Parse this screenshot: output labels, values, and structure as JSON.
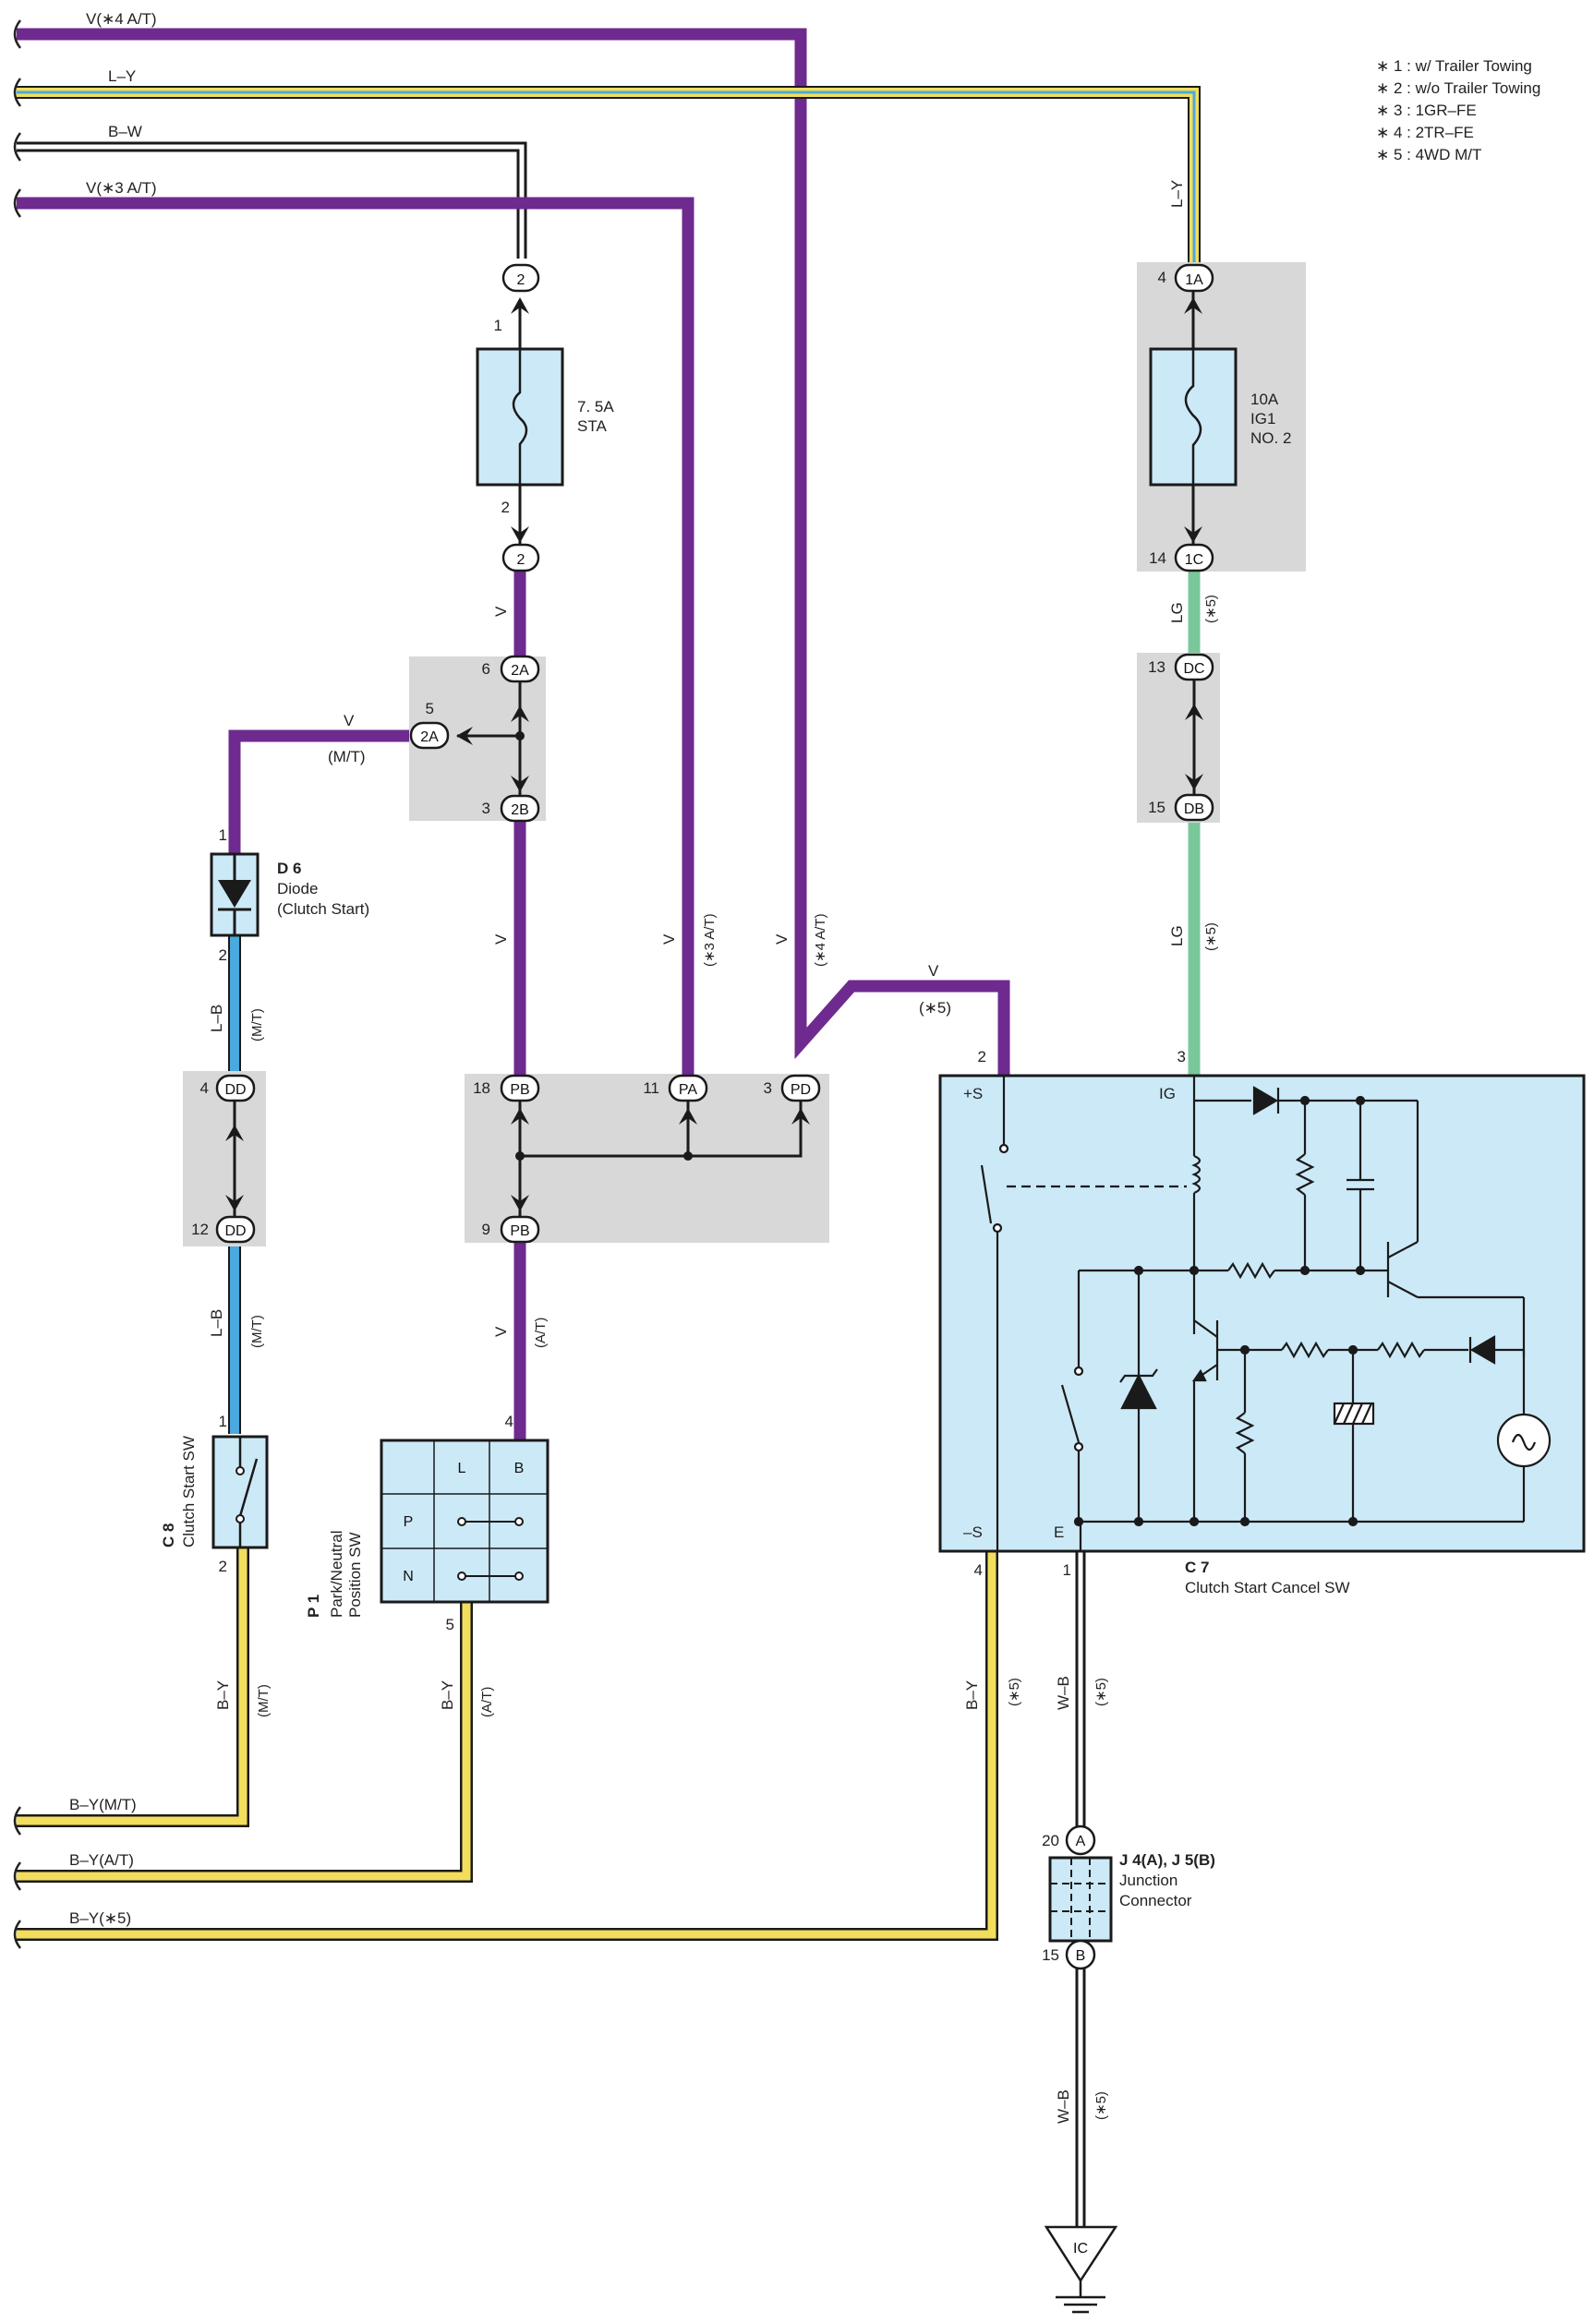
{
  "legend": [
    "∗ 1 : w/ Trailer Towing",
    "∗ 2 : w/o Trailer Towing",
    "∗ 3 : 1GR–FE",
    "∗ 4 : 2TR–FE",
    "∗ 5 : 4WD M/T"
  ],
  "wires": {
    "v4at": "V(∗4 A/T)",
    "ly": "L–Y",
    "bw": "B–W",
    "v3at": "V(∗3 A/T)",
    "ly_vert": "L–Y",
    "lg": "LG",
    "lg_note": "(∗5)",
    "v": "V",
    "v_mt_note": "(M/T)",
    "lb": "L–B",
    "mt": "(M/T)",
    "at": "(A/T)",
    "v3at_vert_note": "(∗3 A/T)",
    "v4at_vert_note": "(∗4 A/T)",
    "v5_note": "(∗5)",
    "by": "B–Y",
    "by_mt": "B–Y(M/T)",
    "by_at": "B–Y(A/T)",
    "by_5": "B–Y(∗5)",
    "wb": "W–B",
    "n5": "(∗5)"
  },
  "connectors": {
    "c2": "2",
    "c1a": "1A",
    "c1c": "1C",
    "c2a": "2A",
    "c2b": "2B",
    "cdc": "DC",
    "cdb": "DB",
    "cdd": "DD",
    "cpb": "PB",
    "cpa": "PA",
    "cpd": "PD",
    "ca": "A",
    "cb": "B",
    "cic": "IC"
  },
  "pins": {
    "p1": "1",
    "p2": "2",
    "p3": "3",
    "p4": "4",
    "p5": "5",
    "p6": "6",
    "p9": "9",
    "p11": "11",
    "p12": "12",
    "p13": "13",
    "p14": "14",
    "p15": "15",
    "p18": "18",
    "p20": "20"
  },
  "fuses": {
    "sta_rating": "7. 5A",
    "sta_name": "STA",
    "ig1_rating": "10A",
    "ig1_name": "IG1",
    "ig1_no": "NO. 2"
  },
  "components": {
    "d6_code": "D 6",
    "d6_name1": "Diode",
    "d6_name2": "(Clutch Start)",
    "c8_code": "C 8",
    "c8_name": "Clutch Start SW",
    "p1_code": "P 1",
    "p1_name1": "Park/Neutral",
    "p1_name2": "Position SW",
    "p1_col_l": "L",
    "p1_col_b": "B",
    "p1_row_p": "P",
    "p1_row_n": "N",
    "c7_code": "C 7",
    "c7_name": "Clutch Start Cancel SW",
    "c7_plus_s": "+S",
    "c7_minus_s": "–S",
    "c7_ig": "IG",
    "c7_e": "E",
    "j4_code": "J 4(A), J 5(B)",
    "j4_name1": "Junction",
    "j4_name2": "Connector"
  },
  "colors": {
    "violet": "#6e2a8e",
    "yellow": "#f2de5c",
    "blue": "#4aa9dd",
    "green": "#7ac89a",
    "gray_box": "#d8d8d8",
    "comp_fill": "#cce9f7"
  }
}
